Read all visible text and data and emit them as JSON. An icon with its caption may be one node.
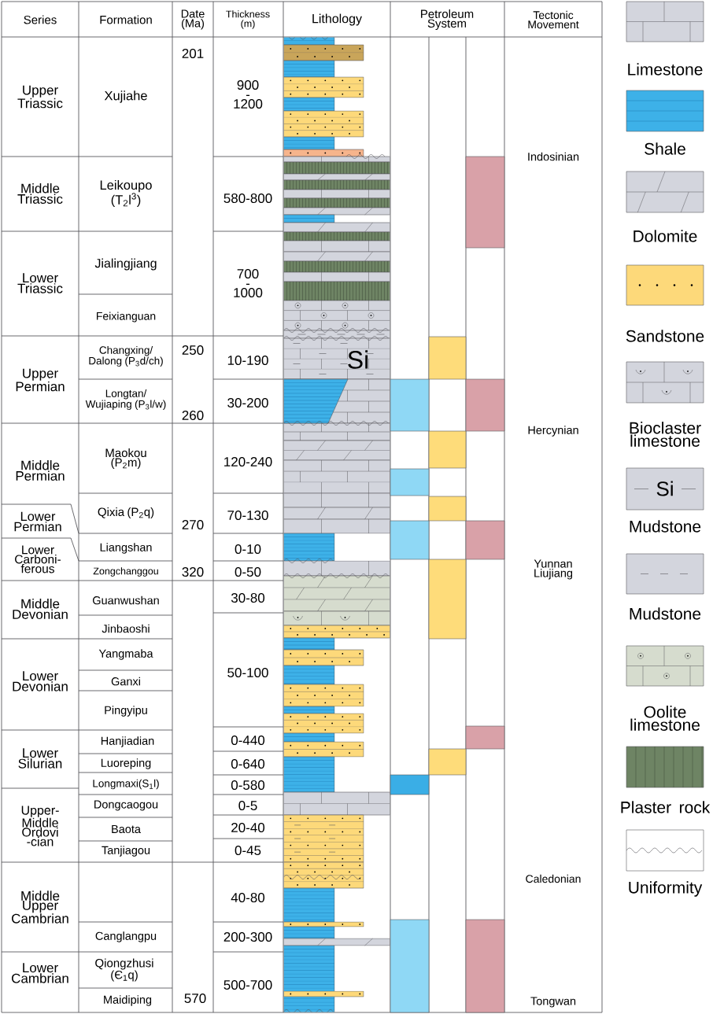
{
  "diagram": {
    "labels": [
      "Series",
      "Formation",
      "Date (Ma)",
      "Thickness (m)",
      "Lithology",
      "Petroleum System",
      "Tectonic Movement",
      "Upper Triassic",
      "Xujiahe",
      "201",
      "900 - 1200",
      "Middle Triassic",
      "Leikoupo (T$_{2}$l$^{3}$)",
      "580-800",
      "Lower Triassic",
      "Jialingjiang",
      "700 - 1000",
      "Feixianguan",
      "Upper Permian",
      "Changxing/ Dalong (P$_{3}$d/ch)",
      "250",
      "10-190",
      "Longtan/ Wujiaping (P$_{3}$l/w)",
      "30-200",
      "260",
      "Middle Permian",
      "Maokou (P$_{2}$m)",
      "120-240",
      "Lower Permian",
      "Qixia (P$_{2}$q)",
      "70-130",
      "270",
      "Lower Carboni-ferous",
      "Liangshan",
      "0-10",
      "Zongchanggou",
      "320",
      "0-50",
      "Middle Devonian",
      "Guanwushan",
      "30-80",
      "Jinbaoshi",
      "Lower Devonian",
      "Yangmaba",
      "50-100",
      "Ganxi",
      "Pingyipu",
      "Lower Silurian",
      "Hanjiadian",
      "0-440",
      "Luoreping",
      "0-640",
      "Longmaxi(S$_{1}$l)",
      "0-580",
      "Upper-Middle Ordovi -cian",
      "Dongcaogou",
      "0-5",
      "Baota",
      "20-40",
      "Tanjiagou",
      "0-45",
      "Middle Upper Cambrian",
      "40-80",
      "Canglangpu",
      "200-300",
      "Lower Cambrian",
      "Qiongzhusi (Є$_{1}$q)",
      "500-700",
      "Maidiping",
      "570",
      "Indosinian",
      "Hercynian",
      "Yunnan Liujiang",
      "Caledonian",
      "Tongwan",
      "Si",
      "Si"
    ],
    "legend": [
      {
        "text": "Limestone"
      },
      {
        "text": "Shale"
      },
      {
        "text": "Dolomite"
      },
      {
        "text": "Sandstone"
      },
      {
        "text": "Bioclaster limestone"
      },
      {
        "text": "Mudstone"
      },
      {
        "text": "Mudstone"
      },
      {
        "text": "Oolite limestone"
      },
      {
        "text": "Plaster rock"
      },
      {
        "text": "Uniformity"
      }
    ]
  }
}
